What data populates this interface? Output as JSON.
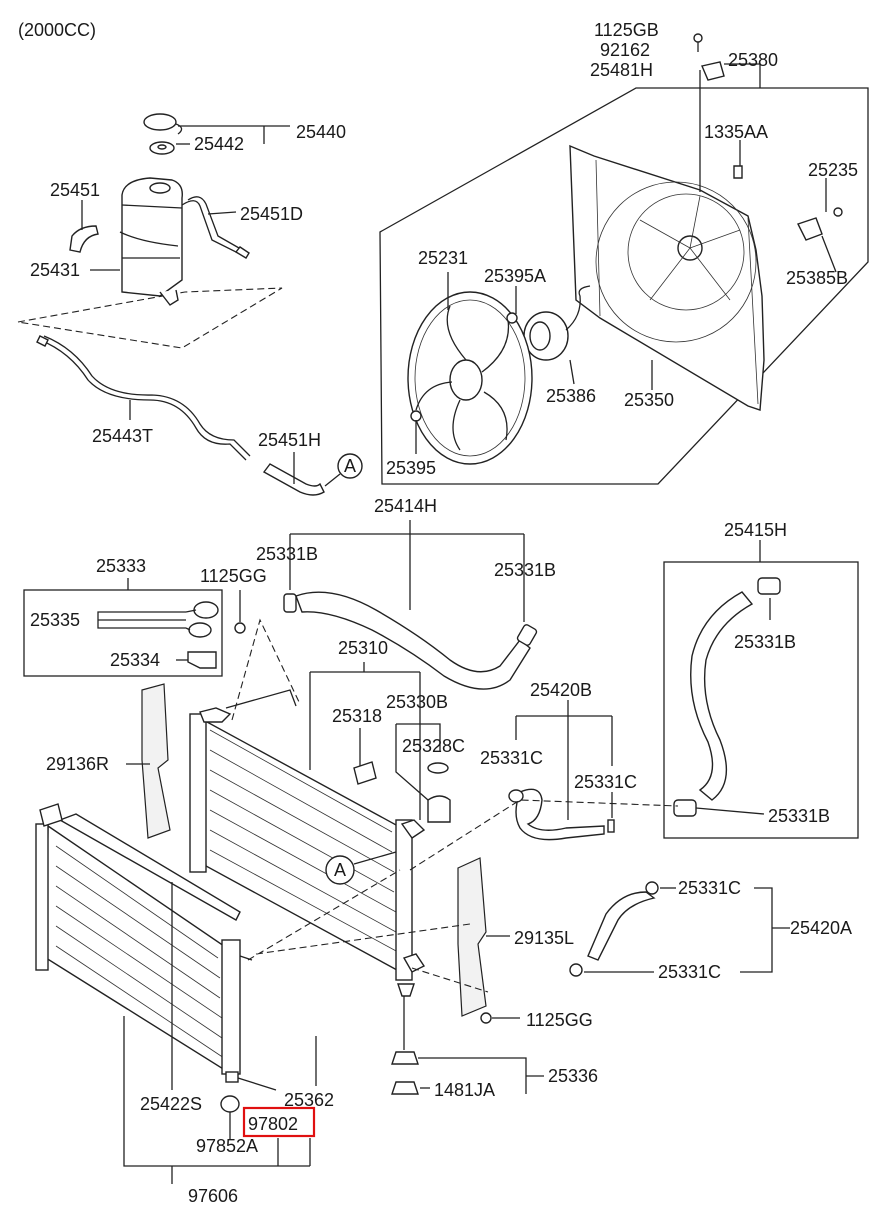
{
  "engine_spec": "(2000CC)",
  "reference_marker": "A",
  "highlight_color": "#e01010",
  "highlighted_part": "97802",
  "labels": {
    "p1125GB": "1125GB",
    "p92162": "92162",
    "p25481H": "25481H",
    "p25380": "25380",
    "p25440": "25440",
    "p25442": "25442",
    "p1335AA": "1335AA",
    "p25235": "25235",
    "p25451": "25451",
    "p25451D": "25451D",
    "p25431": "25431",
    "p25231": "25231",
    "p25395A": "25395A",
    "p25385B": "25385B",
    "p25386": "25386",
    "p25350": "25350",
    "p25443T": "25443T",
    "p25451H": "25451H",
    "p25395": "25395",
    "p25414H": "25414H",
    "p25415H": "25415H",
    "p25333": "25333",
    "p25331B_a": "25331B",
    "p25331B_b": "25331B",
    "p25331B_c": "25331B",
    "p25331B_d": "25331B",
    "p1125GG_a": "1125GG",
    "p25335": "25335",
    "p25334": "25334",
    "p25310": "25310",
    "p25420B": "25420B",
    "p25318": "25318",
    "p25330B": "25330B",
    "p25328C": "25328C",
    "p29136R": "29136R",
    "p25331C_a": "25331C",
    "p25331C_b": "25331C",
    "p25331C_c": "25331C",
    "p25331C_d": "25331C",
    "p25420A": "25420A",
    "p29135L": "29135L",
    "p1125GG_b": "1125GG",
    "p25336": "25336",
    "p1481JA": "1481JA",
    "p25362": "25362",
    "p25422S": "25422S",
    "p97802": "97802",
    "p97852A": "97852A",
    "p97606": "97606"
  }
}
